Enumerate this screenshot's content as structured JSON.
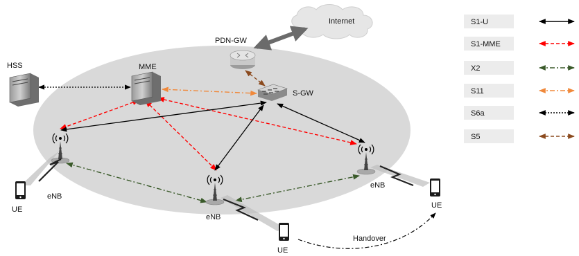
{
  "nodes": {
    "internet": "Internet",
    "pdn_gw": "PDN-GW",
    "hss": "HSS",
    "mme": "MME",
    "s_gw": "S-GW",
    "enb_left": "eNB",
    "enb_center": "eNB",
    "enb_right": "eNB",
    "ue_left": "UE",
    "ue_center": "UE",
    "ue_right": "UE"
  },
  "handover_label": "Handover",
  "legend": [
    {
      "label": "S1-U",
      "color": "#000000",
      "style": "solid"
    },
    {
      "label": "S1-MME",
      "color": "#ff0000",
      "style": "dashed"
    },
    {
      "label": "X2",
      "color": "#3a5a2a",
      "style": "dashdot"
    },
    {
      "label": "S11",
      "color": "#f0883a",
      "style": "dashdot"
    },
    {
      "label": "S6a",
      "color": "#000000",
      "style": "dotted"
    },
    {
      "label": "S5",
      "color": "#8b4a1e",
      "style": "dashed"
    }
  ],
  "colors": {
    "ellipse": "#d9d9d9",
    "cloud": "#e6e6e6",
    "pdn_link": "#6b6b6b"
  }
}
